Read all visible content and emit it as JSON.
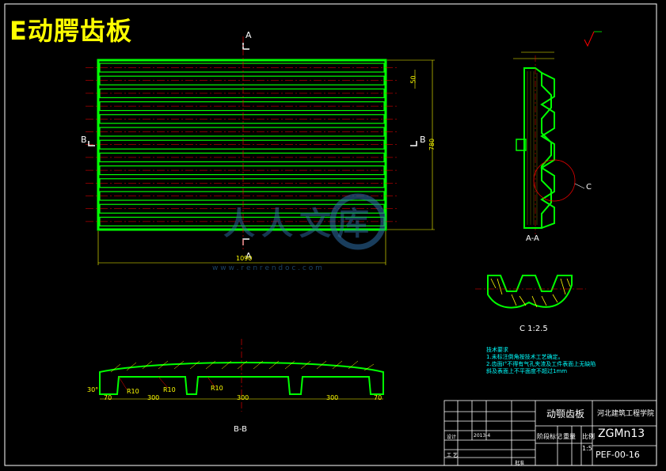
{
  "title": "E动腭齿板",
  "colors": {
    "background": "#000000",
    "outline": "#00ff00",
    "dimension": "#ffff00",
    "centerline": "#ff0000",
    "frame": "#ffffff",
    "notes": "#00ffff",
    "hatch": "#ffff00"
  },
  "section_marks": {
    "a_top": "A",
    "a_bottom": "A",
    "b_left": "B",
    "b_right": "B"
  },
  "dims": {
    "width": "1090",
    "pitch": "50",
    "height": "780"
  },
  "view_labels": {
    "aa": "A-A",
    "detail_c": "C 1:2.5",
    "detail_callout": "C",
    "bb": "B-B"
  },
  "bottom_dims": {
    "left": "70",
    "d1": "300",
    "d2": "300",
    "d3": "300",
    "right": "70",
    "r1": "R10",
    "r2": "R10",
    "r3": "R10",
    "angle": "30°"
  },
  "notes": {
    "heading": "技术要求",
    "line1": "1.未标注倒角按技术工艺确定。",
    "line2": "2.齿面Ⅰ°不得有气孔夹渣及工件表面上无缺陷",
    "line3": "  斜及表面上不平面度不超过1mm"
  },
  "title_block": {
    "part_name": "动颚齿板",
    "school": "河北建筑工程学院",
    "material": "ZGMn13",
    "drawing_no": "PEF-00-16",
    "scale": "1:5",
    "stage_marks": "阶段标记",
    "weight": "重量",
    "ratio": "比例",
    "designer": "设计",
    "date": "2013-4",
    "process": "工 艺",
    "approved": "批准"
  },
  "watermark": {
    "brand": "人人文库",
    "url": "w w w . r e n r e n d o c . c o m"
  }
}
